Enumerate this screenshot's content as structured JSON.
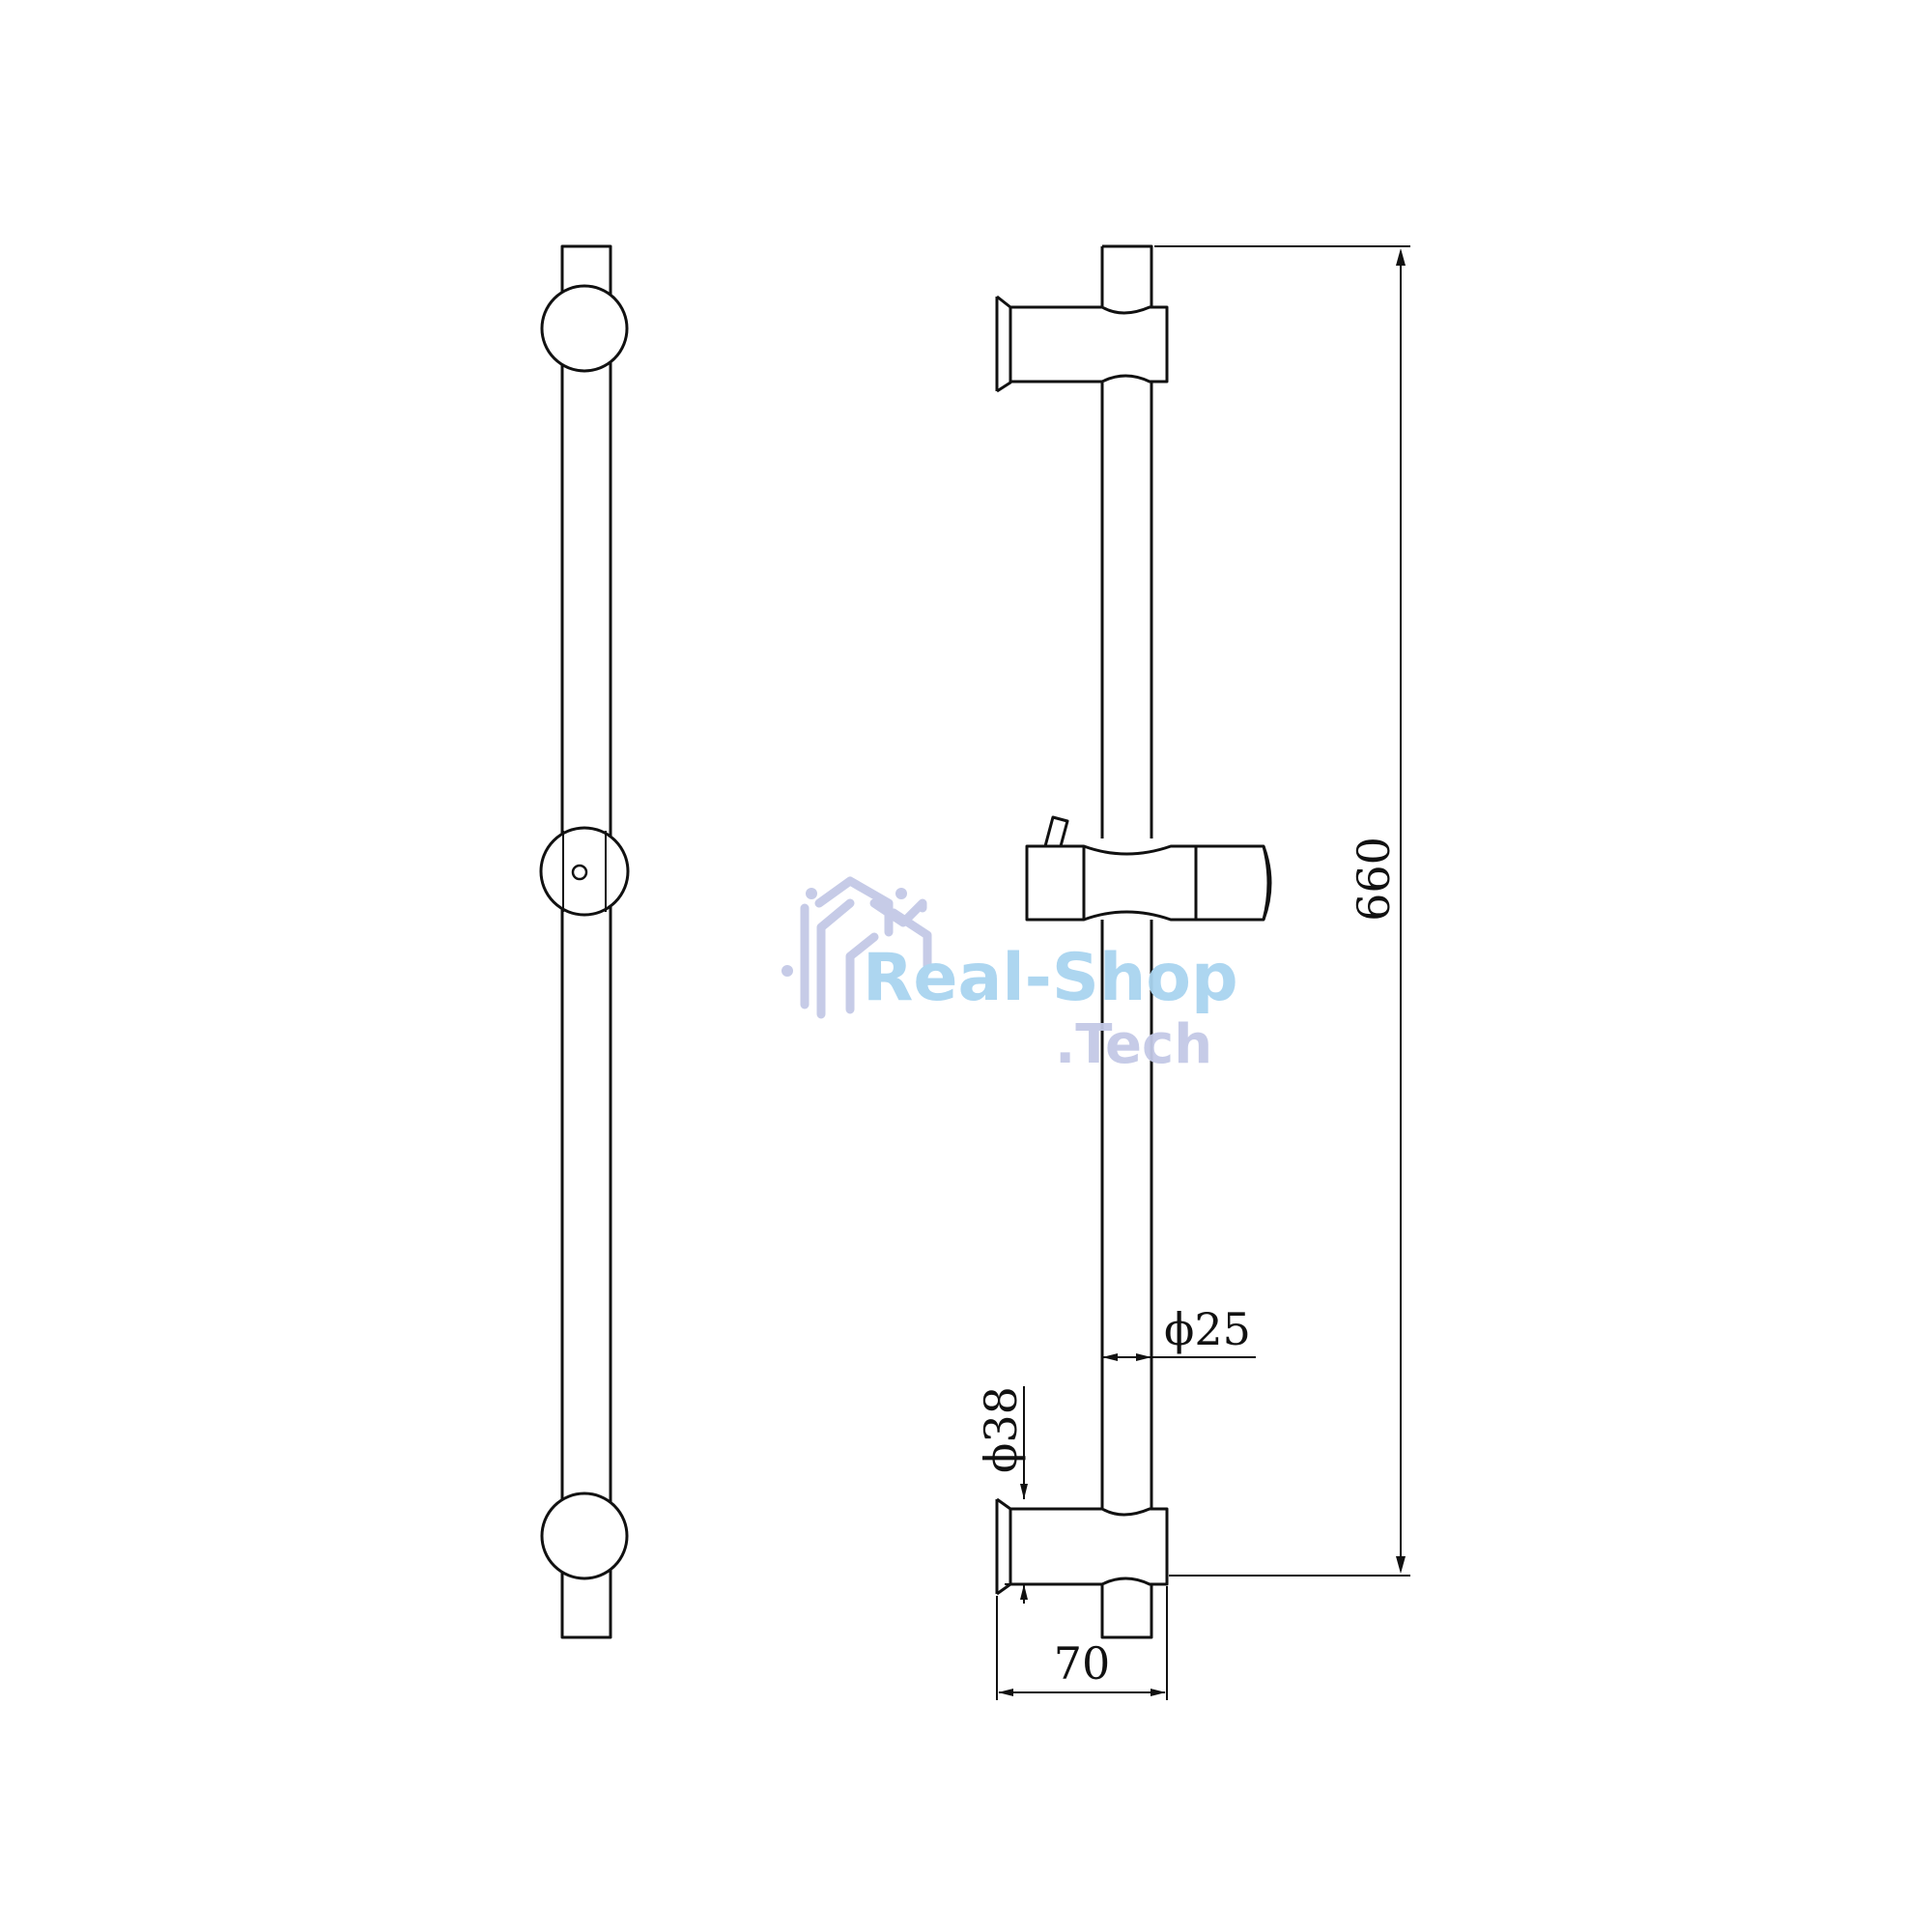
{
  "drawing": {
    "views": [
      "side-view",
      "front-view"
    ],
    "dimensions": {
      "overall_height": "660",
      "rail_diameter": "ϕ25",
      "holder_diameter": "ϕ38",
      "projection": "70"
    }
  },
  "watermark": {
    "line1": "Real-Shop",
    "line2": ".Tech",
    "color_primary": "#a9d4f0",
    "color_secondary": "#c3c9e6"
  },
  "colors": {
    "line": "#111111",
    "background": "#ffffff"
  }
}
